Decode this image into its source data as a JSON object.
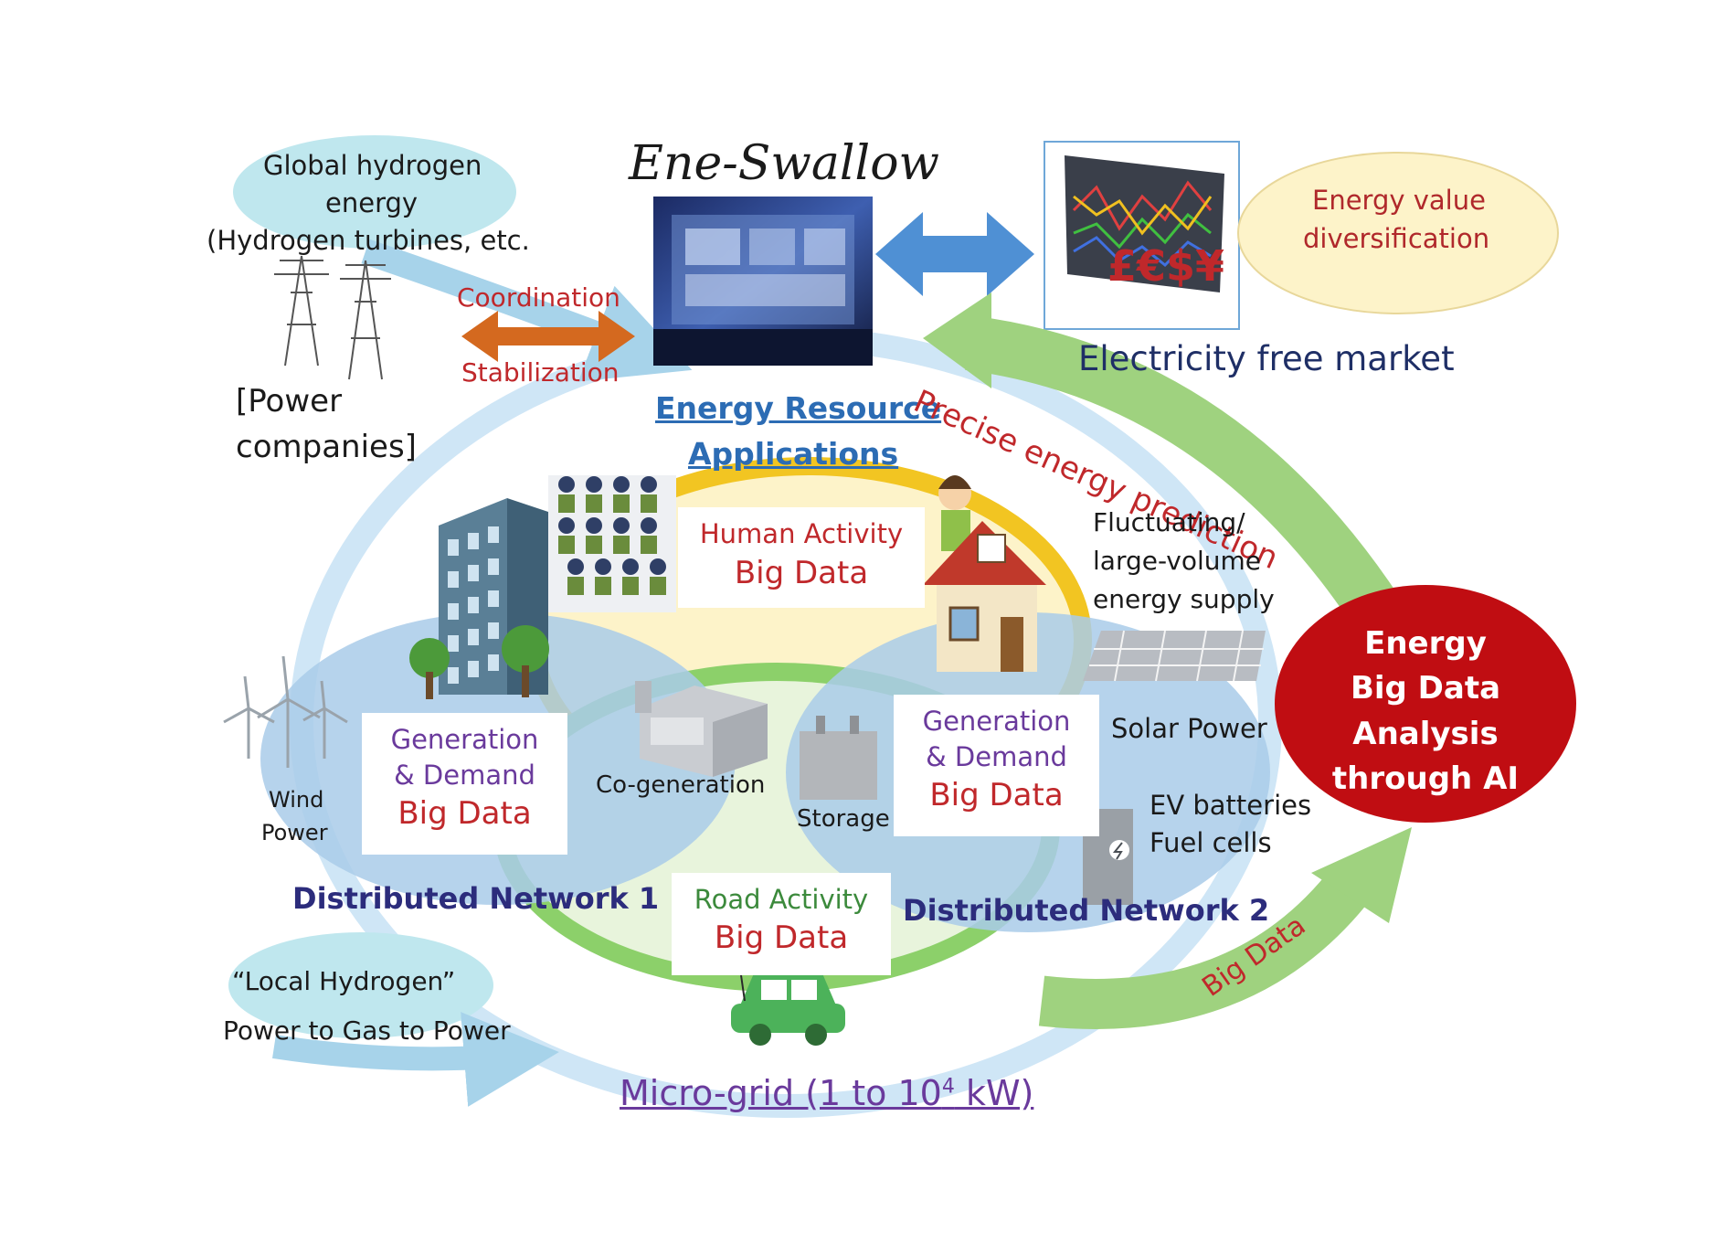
{
  "title": "Ene-Swallow",
  "hub": {
    "line1": "Energy Resource",
    "line2": "Applications"
  },
  "global_hydrogen": {
    "line1": "Global hydrogen",
    "line2": "energy",
    "line3": "(Hydrogen turbines, etc."
  },
  "power_companies": {
    "line1": "[Power",
    "line2": "companies]"
  },
  "coordination_label": "Coordination",
  "stabilization_label": "Stabilization",
  "market": {
    "label": "Electricity free market",
    "currency_symbols": "£€$¥"
  },
  "value_cloud": {
    "line1": "Energy value",
    "line2": "diversification"
  },
  "prediction_arrow_label": "Precise energy prediction",
  "human_activity": {
    "line1": "Human Activity",
    "line2": "Big Data"
  },
  "fluctuating": {
    "line1": "Fluctuating/",
    "line2": "large-volume",
    "line3": "energy supply"
  },
  "ai_analysis": {
    "line1": "Energy",
    "line2": "Big Data",
    "line3": "Analysis",
    "line4": "through AI"
  },
  "network1": {
    "gen_line1": "Generation",
    "gen_line2": "& Demand",
    "gen_line3": "Big Data",
    "label": "Distributed Network 1"
  },
  "network2": {
    "gen_line1": "Generation",
    "gen_line2": "& Demand",
    "gen_line3": "Big Data",
    "label": "Distributed Network 2"
  },
  "wind": {
    "line1": "Wind",
    "line2": "Power"
  },
  "cogeneration_label": "Co-generation",
  "storage_label": "Storage",
  "solar_label": "Solar Power",
  "ev": {
    "line1": "EV batteries",
    "line2": "Fuel cells"
  },
  "road_activity": {
    "line1": "Road Activity",
    "line2": "Big Data"
  },
  "big_data_arrow_label": "Big Data",
  "local_hydrogen": {
    "line1": "“Local Hydrogen”",
    "line2": "Power to Gas to Power"
  },
  "microgrid": {
    "prefix": "Micro-grid (1 to 10",
    "superscript": "4",
    "suffix": " kW)"
  },
  "colors": {
    "accent_red": "#c0282b",
    "ai_circle": "#c00d12",
    "network_blue": "#a9cbe9",
    "ring_green": "#8cd06a",
    "ring_yellow": "#f2c522",
    "arrow_green": "#9fd27f",
    "label_navy": "#2c2c7c",
    "label_purple": "#6a3a9c"
  },
  "icons": [
    "transmission-tower-icon",
    "server-room-icon",
    "stock-chart-icon",
    "office-building-icon",
    "people-crowd-icon",
    "person-icon",
    "house-icon",
    "solar-panel-icon",
    "wind-turbine-icon",
    "cogeneration-unit-icon",
    "battery-icon",
    "charging-station-icon",
    "car-icon"
  ]
}
